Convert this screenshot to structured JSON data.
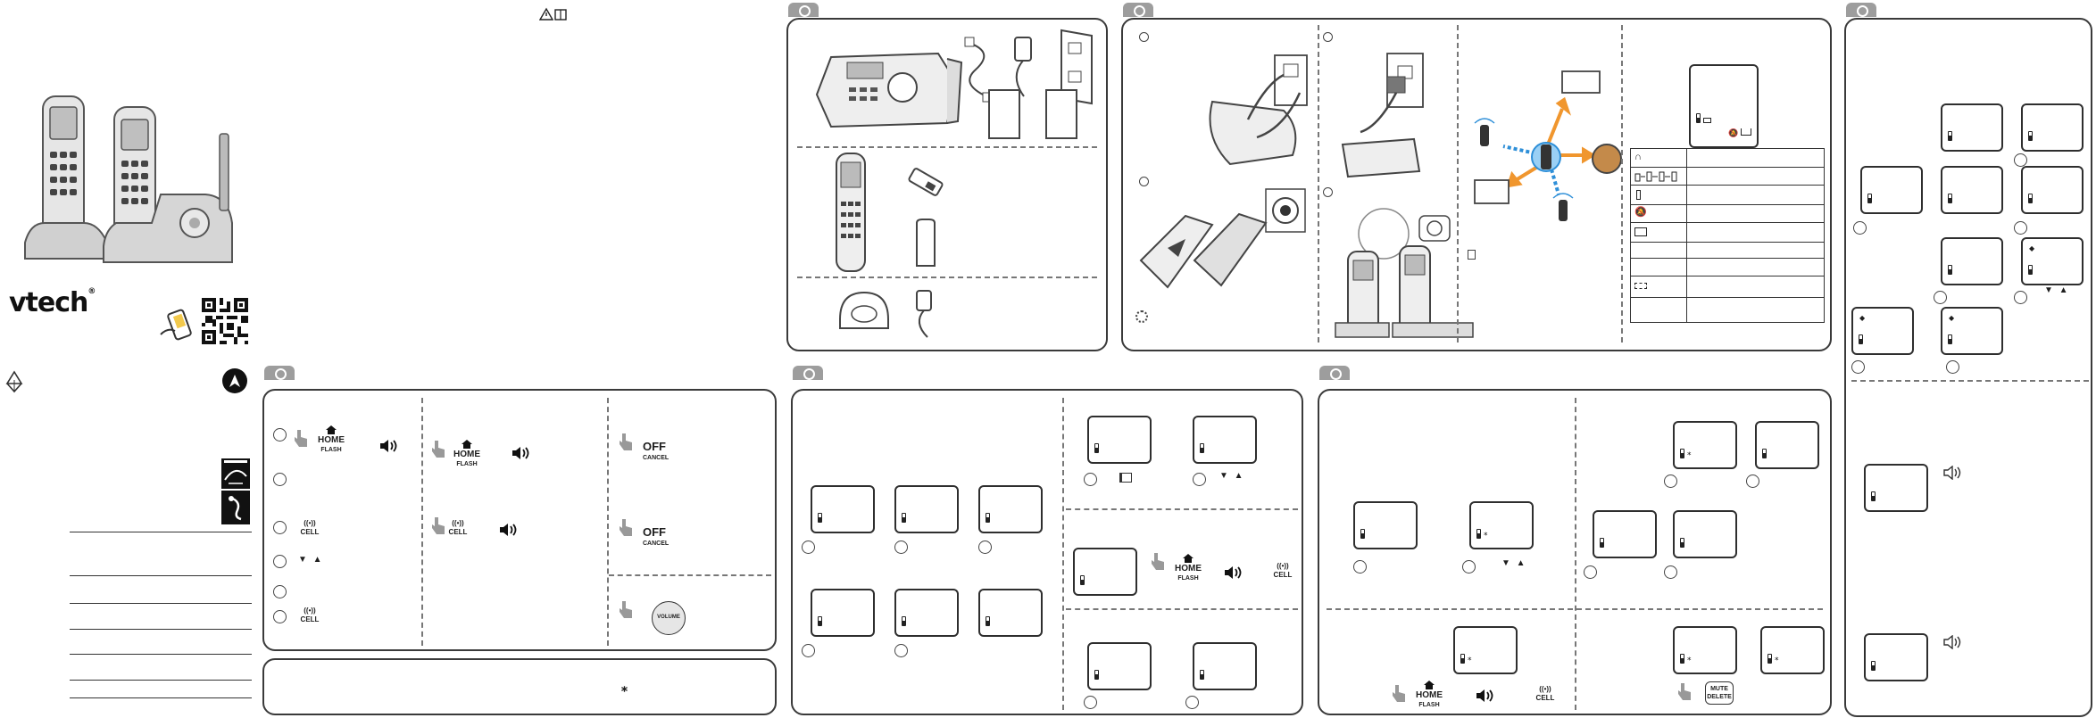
{
  "brand": {
    "logo_text": "vtech",
    "logo_mark": "®"
  },
  "keys": {
    "home_label": "HOME",
    "flash_label": "FLASH",
    "cell_label": "CELL",
    "off_label": "OFF",
    "cancel_label": "CANCEL",
    "volume_label": "VOLUME",
    "mute_label": "MUTE",
    "delete_label": "DELETE"
  },
  "icons": {
    "nav_arrows": "▼ ▲",
    "star_glyph": "⁎"
  },
  "colors": {
    "accent_blue": "#2e8fd8",
    "accent_orange": "#f0962e",
    "tab_gray": "#9d9d9d",
    "border_dark": "#3a3a3a"
  }
}
